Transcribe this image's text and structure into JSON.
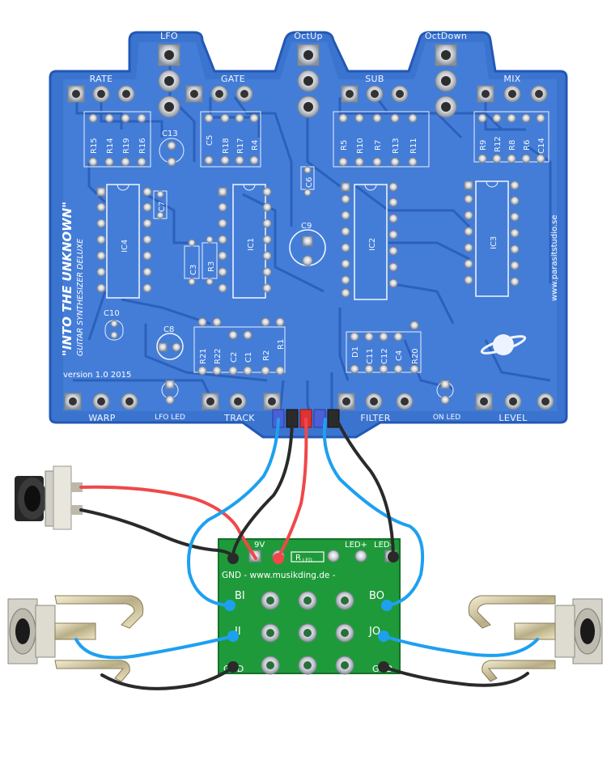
{
  "pcb": {
    "top_labels": [
      "LFO",
      "OctUp",
      "OctDown"
    ],
    "pot_labels_top": [
      "RATE",
      "GATE",
      "SUB",
      "MIX"
    ],
    "bottom_labels": [
      "WARP",
      "LFO LED",
      "TRACK",
      "FILTER",
      "ON LED",
      "LEVEL"
    ],
    "title": "\"INTO THE UNKNOWN\"",
    "subtitle": "GUITAR SYNTHESIZER DELUXE",
    "version": "version 1.0 2015",
    "website": "www.parasitstudio.se",
    "ics": [
      "IC4",
      "IC1",
      "IC2",
      "IC3"
    ],
    "refs": {
      "r_left": [
        "R15",
        "R14",
        "R19",
        "R16"
      ],
      "r_mid": [
        "R18",
        "R17",
        "R4"
      ],
      "r_right1": [
        "R5",
        "R10",
        "R7",
        "R13",
        "R11"
      ],
      "r_right2": [
        "R9",
        "R12",
        "R8",
        "R6",
        "C14"
      ],
      "c13": "C13",
      "c5": "C5",
      "c6": "C6",
      "c7": "C7",
      "c9": "C9",
      "c3": "C3",
      "r3": "R3",
      "c10": "C10",
      "c8": "C8",
      "low_mid": [
        "R21",
        "R22",
        "C2",
        "C1",
        "R2",
        "R1"
      ],
      "low_right": [
        "D1",
        "C11",
        "C12",
        "C4",
        "R20"
      ]
    }
  },
  "footswitch_board": {
    "labels_top": [
      "9V",
      "LED+",
      "LED-"
    ],
    "resistor_label": "R",
    "resistor_sub": "LED",
    "website": "GND - www.musikding.de -",
    "pins": [
      "BI",
      "BO",
      "JI",
      "JO",
      "GND",
      "GND"
    ]
  },
  "colors": {
    "pcb_blue": "#2f6fcf",
    "wire_blue": "#1ea0f0",
    "wire_black": "#2a2a2a",
    "wire_red": "#f04848",
    "board_green": "#1f9a3a"
  }
}
